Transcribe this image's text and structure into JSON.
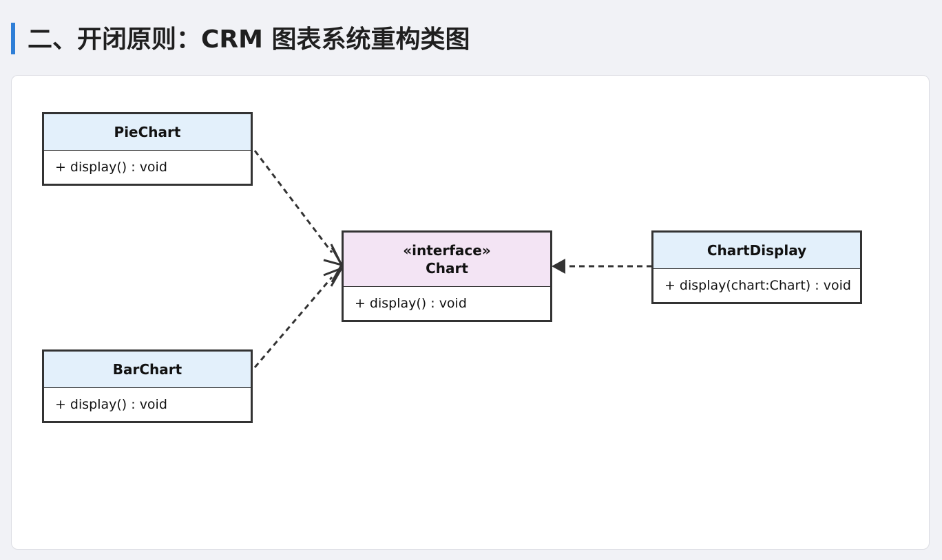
{
  "header": {
    "title": "二、开闭原则：CRM 图表系统重构类图"
  },
  "colors": {
    "accent_bar": "#2f7fd7",
    "class_header": "#e3f0fb",
    "interface_header": "#f3e4f4",
    "border": "#333333"
  },
  "diagram": {
    "classes": {
      "pie_chart": {
        "name": "PieChart",
        "method_visibility": "+",
        "method": "display() : void"
      },
      "bar_chart": {
        "name": "BarChart",
        "method_visibility": "+",
        "method": "display() : void"
      },
      "chart": {
        "stereotype": "«interface»",
        "name": "Chart",
        "method_visibility": "+",
        "method": "display() : void"
      },
      "chart_display": {
        "name": "ChartDisplay",
        "method_visibility": "+",
        "method": "display(chart:Chart) : void"
      }
    },
    "relations": [
      {
        "from": "PieChart",
        "to": "Chart",
        "kind": "realization"
      },
      {
        "from": "BarChart",
        "to": "Chart",
        "kind": "realization"
      },
      {
        "from": "ChartDisplay",
        "to": "Chart",
        "kind": "dependency"
      }
    ]
  }
}
